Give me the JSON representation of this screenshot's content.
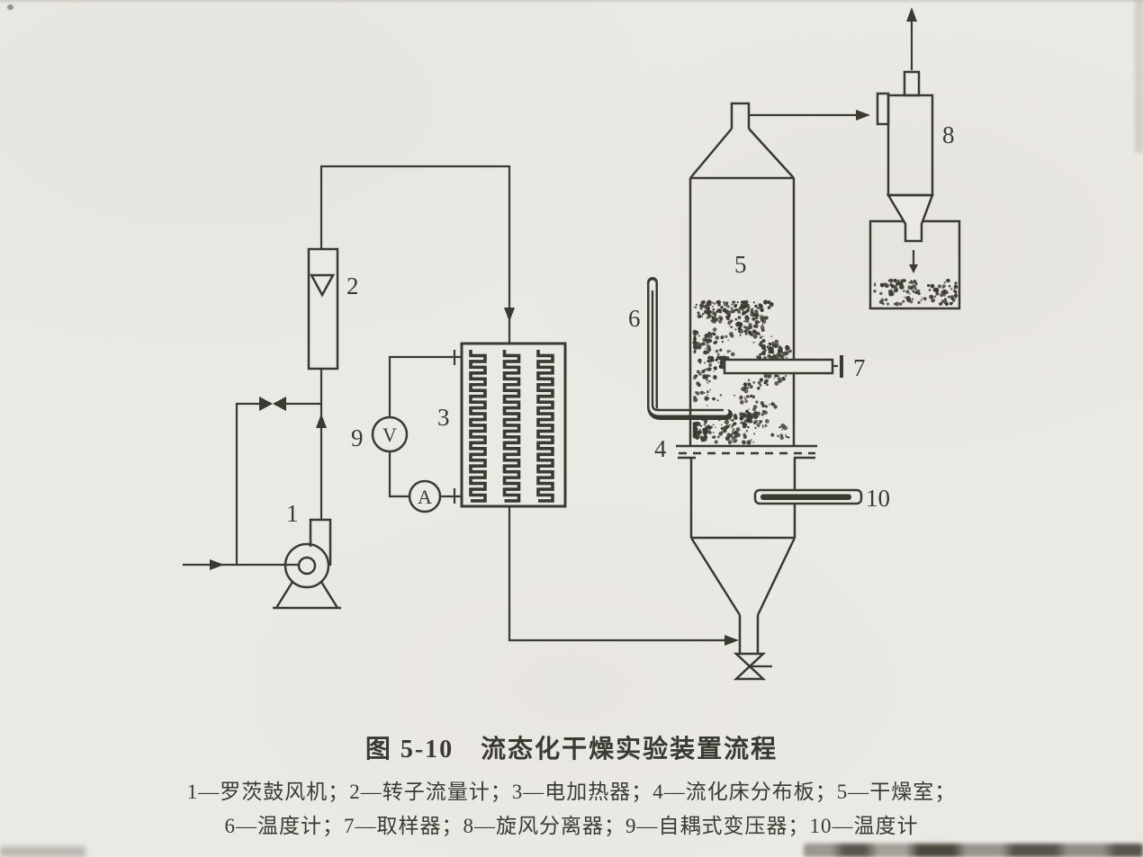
{
  "figure": {
    "caption": "图 5-10　流态化干燥实验装置流程",
    "legend": {
      "line1": "1—罗茨鼓风机；2—转子流量计；3—电加热器；4—流化床分布板；5—干燥室；",
      "line2": "6—温度计；7—取样器；8—旋风分离器；9—自耦式变压器；10—温度计"
    }
  },
  "components": [
    {
      "num": "1",
      "name": "罗茨鼓风机"
    },
    {
      "num": "2",
      "name": "转子流量计"
    },
    {
      "num": "3",
      "name": "电加热器"
    },
    {
      "num": "4",
      "name": "流化床分布板"
    },
    {
      "num": "5",
      "name": "干燥室"
    },
    {
      "num": "6",
      "name": "温度计"
    },
    {
      "num": "7",
      "name": "取样器"
    },
    {
      "num": "8",
      "name": "旋风分离器"
    },
    {
      "num": "9",
      "name": "自耦式变压器"
    },
    {
      "num": "10",
      "name": "温度计"
    }
  ],
  "meters": {
    "voltmeter": "V",
    "ammeter": "A"
  },
  "colors": {
    "ink": "#3b3a32",
    "paper": "#ebe9e4"
  }
}
